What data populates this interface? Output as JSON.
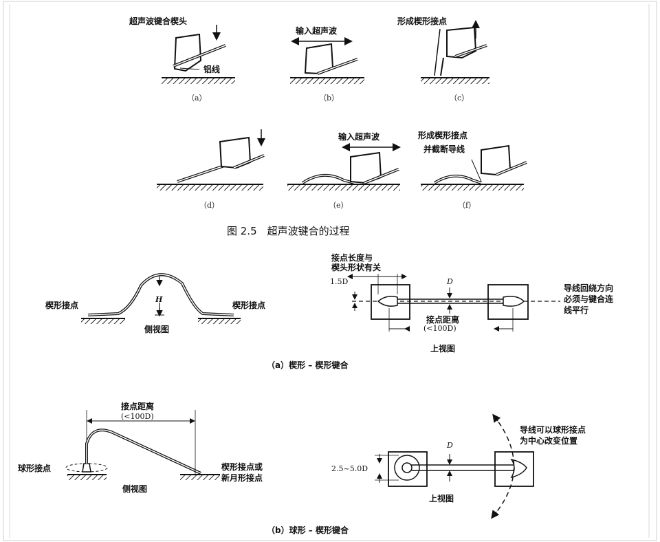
{
  "top_figure": {
    "panel_a": {
      "bond_head": "超声波键合楔头",
      "wire": "铝线",
      "caption": "（a）"
    },
    "panel_b": {
      "ultrasonic": "输入超声波",
      "caption": "（b）"
    },
    "panel_c": {
      "form_wedge": "形成楔形接点",
      "caption": "（c）"
    },
    "panel_d": {
      "caption": "（d）"
    },
    "panel_e": {
      "ultrasonic": "输入超声波",
      "caption": "（e）"
    },
    "panel_f": {
      "form_wedge": "形成楔形接点",
      "cut_wire": "并截断导线",
      "caption": "（f）"
    },
    "title": "图 2.5　超声波键合的过程"
  },
  "section_a": {
    "side_left_label": "楔形接点",
    "side_right_label": "楔形接点",
    "height_symbol": "H",
    "side_view": "侧视图",
    "length_note_1": "接点长度与",
    "length_note_2": "楔头形状有关",
    "length_value": "1.5D",
    "diameter_symbol": "D",
    "distance_label": "接点距离",
    "distance_value": "(<100D)",
    "direction_1": "导线回绕方向",
    "direction_2": "必须与键合连",
    "direction_3": "线平行",
    "top_view": "上视图",
    "caption": "（a）楔形 – 楔形键合"
  },
  "section_b": {
    "distance_label": "接点距离",
    "distance_value": "(<100D)",
    "ball_label": "球形接点",
    "wedge_label_1": "楔形接点或",
    "wedge_label_2": "新月形接点",
    "side_view": "侧视图",
    "diameter_symbol": "D",
    "ball_size": "2.5~5.0D",
    "rotate_1": "导线可以球形接点",
    "rotate_2": "为中心改变位置",
    "top_view": "上视图",
    "caption": "（b）球形 – 楔形键合"
  }
}
